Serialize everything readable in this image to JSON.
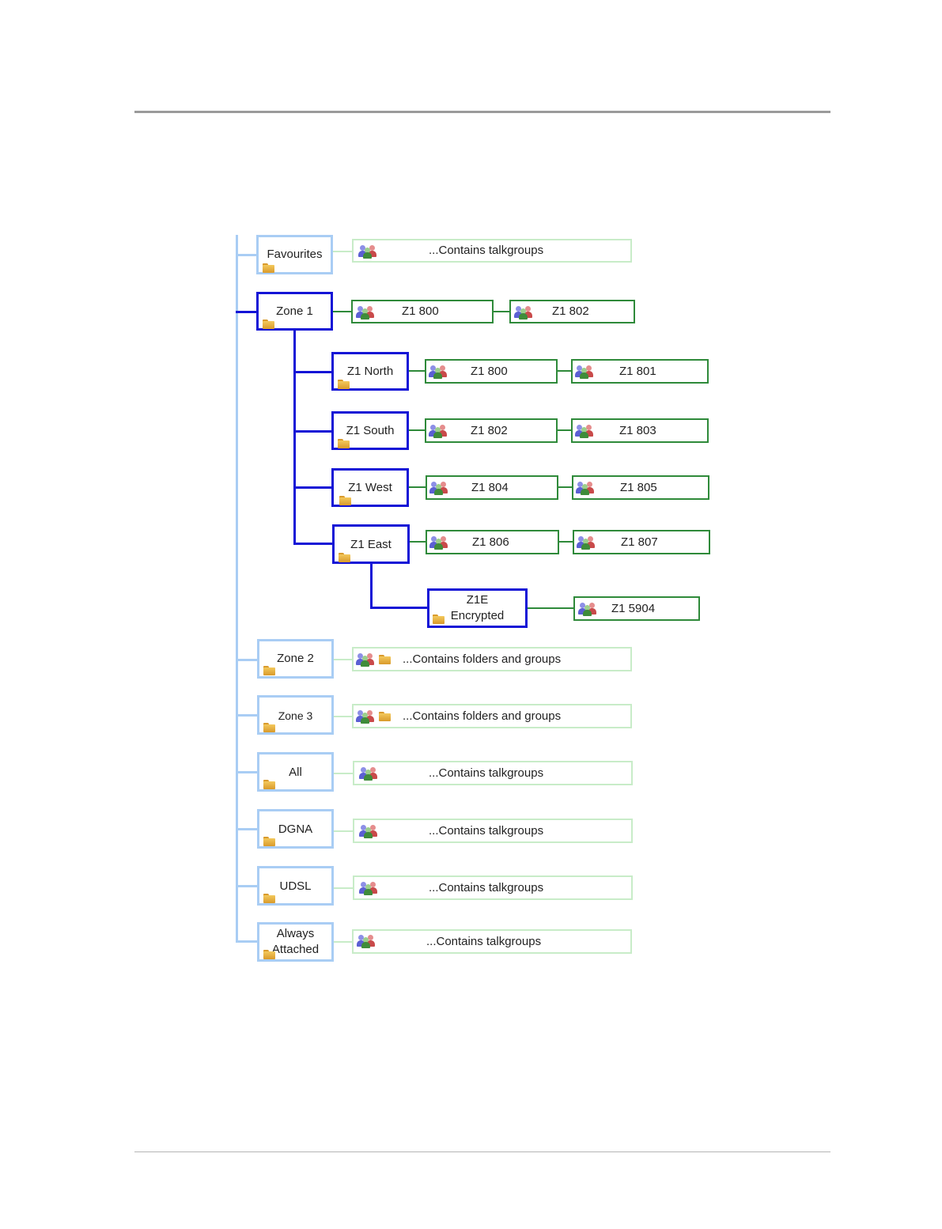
{
  "tree": {
    "root_folders": [
      {
        "id": "favourites",
        "label": "Favourites",
        "contents": "...Contains talkgroups",
        "icons": [
          "group-icon"
        ]
      },
      {
        "id": "zone1",
        "label": "Zone 1",
        "talkgroups": [
          "Z1 800",
          "Z1 802"
        ],
        "subfolders": [
          {
            "id": "z1north",
            "label": "Z1 North",
            "talkgroups": [
              "Z1 800",
              "Z1 801"
            ]
          },
          {
            "id": "z1south",
            "label": "Z1 South",
            "talkgroups": [
              "Z1 802",
              "Z1 803"
            ]
          },
          {
            "id": "z1west",
            "label": "Z1 West",
            "talkgroups": [
              "Z1 804",
              "Z1 805"
            ]
          },
          {
            "id": "z1east",
            "label": "Z1 East",
            "talkgroups": [
              "Z1 806",
              "Z1 807"
            ],
            "subfolders": [
              {
                "id": "z1e-encrypted",
                "label": "Z1E\nEncrypted",
                "talkgroups": [
                  "Z1 5904"
                ]
              }
            ]
          }
        ]
      },
      {
        "id": "zone2",
        "label": "Zone 2",
        "contents": "...Contains folders and groups",
        "icons": [
          "group-icon",
          "folder-icon"
        ]
      },
      {
        "id": "zone3",
        "label": "Zone 3",
        "contents": "...Contains folders and groups",
        "icons": [
          "group-icon",
          "folder-icon"
        ]
      },
      {
        "id": "all",
        "label": "All",
        "contents": "...Contains talkgroups",
        "icons": [
          "group-icon"
        ]
      },
      {
        "id": "dgna",
        "label": "DGNA",
        "contents": "...Contains talkgroups",
        "icons": [
          "group-icon"
        ]
      },
      {
        "id": "udsl",
        "label": "UDSL",
        "contents": "...Contains talkgroups",
        "icons": [
          "group-icon"
        ]
      },
      {
        "id": "always-attached",
        "label": "Always\nAttached",
        "contents": "...Contains talkgroups",
        "icons": [
          "group-icon"
        ]
      }
    ]
  },
  "colors": {
    "selected_path": "#1414d6",
    "unselected_path": "#a9cdf4",
    "talkgroup_border": "#2f8a3a",
    "collapsed_border": "#c8ecc8",
    "folder_icon": "#e3ad3f",
    "rule": "#9a9a9a"
  }
}
